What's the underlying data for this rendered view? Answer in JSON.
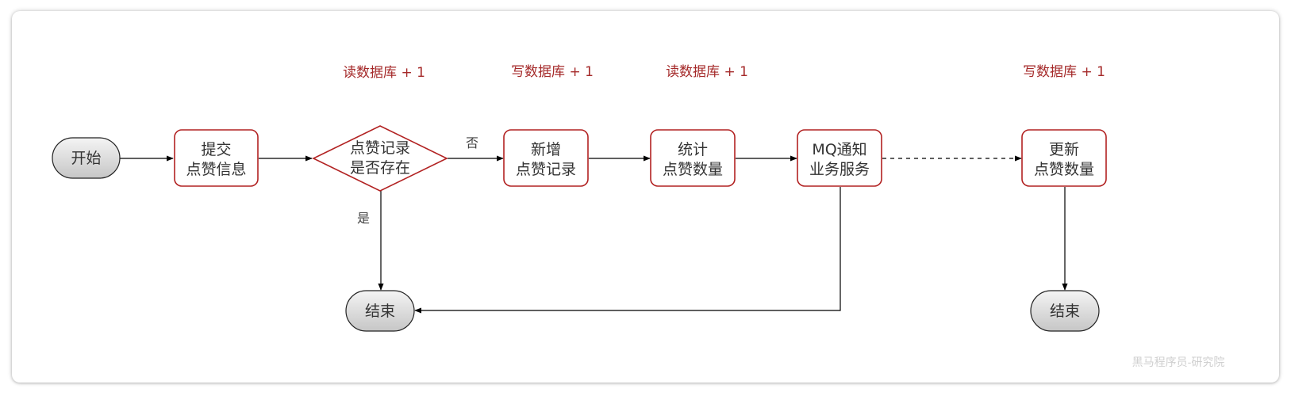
{
  "colors": {
    "process_stroke": "#b22222",
    "annotation_text": "#a52a2a",
    "terminal_fill_light": "#f2f2f2",
    "terminal_fill_dark": "#c9c9c9",
    "edge": "#000000"
  },
  "nodes": {
    "start": {
      "label": "开始"
    },
    "submit": {
      "line1": "提交",
      "line2": "点赞信息"
    },
    "decision": {
      "line1": "点赞记录",
      "line2": "是否存在"
    },
    "add_record": {
      "line1": "新增",
      "line2": "点赞记录"
    },
    "count": {
      "line1": "统计",
      "line2": "点赞数量"
    },
    "mq": {
      "line1": "MQ通知",
      "line2": "业务服务"
    },
    "update": {
      "line1": "更新",
      "line2": "点赞数量"
    },
    "end_left": {
      "label": "结束"
    },
    "end_right": {
      "label": "结束"
    }
  },
  "annotations": {
    "read_db_1": "读数据库 + 1",
    "write_db_1": "写数据库 + 1",
    "read_db_2": "读数据库 + 1",
    "write_db_2": "写数据库 + 1"
  },
  "edges": {
    "no_label": "否",
    "yes_label": "是"
  },
  "watermark": "黑马程序员-研究院"
}
